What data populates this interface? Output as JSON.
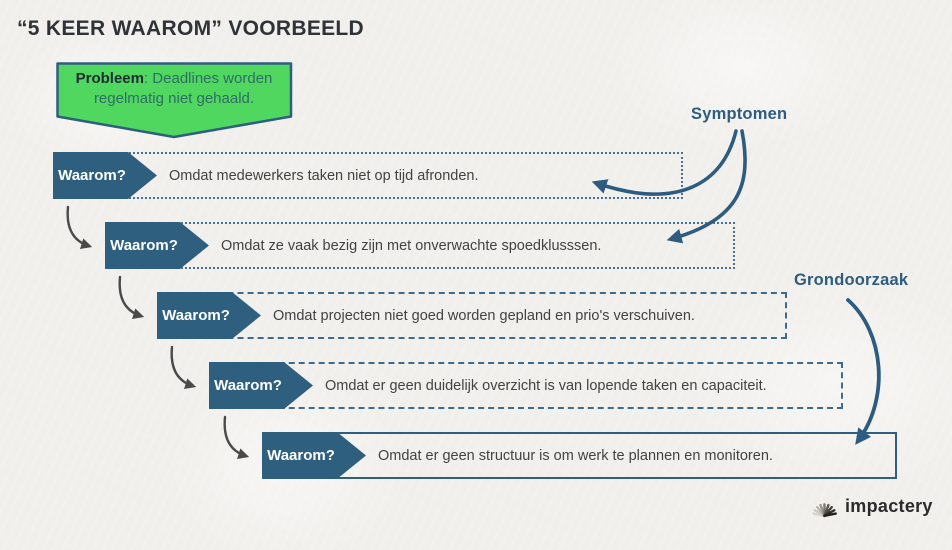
{
  "title": "“5 KEER WAAROM” VOORBEELD",
  "problem": {
    "label": "Probleem",
    "text": ": Deadlines worden regelmatig niet gehaald."
  },
  "steps": [
    {
      "question": "Waarom?",
      "answer": "Omdat medewerkers taken niet op tijd afronden."
    },
    {
      "question": "Waarom?",
      "answer": "Omdat ze vaak bezig zijn met onverwachte spoedklusssen."
    },
    {
      "question": "Waarom?",
      "answer": "Omdat projecten niet goed worden gepland en prio's verschuiven."
    },
    {
      "question": "Waarom?",
      "answer": "Omdat er geen duidelijk overzicht is van lopende taken en capaciteit."
    },
    {
      "question": "Waarom?",
      "answer": "Omdat er geen structuur is om werk te plannen en monitoren."
    }
  ],
  "labels": {
    "symptoms": "Symptomen",
    "root_cause": "Grondoorzaak"
  },
  "logo": {
    "name": "impactery"
  },
  "colors": {
    "teal": "#2E5F7E",
    "arrow_teal": "#2D5C80",
    "green": "#4FD75F",
    "arrow_gray": "#4A4A4A",
    "background": "#F1EFEB"
  }
}
